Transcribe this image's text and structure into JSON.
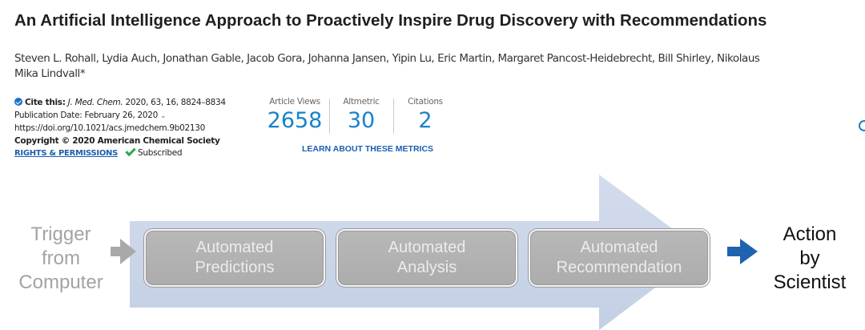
{
  "article": {
    "title": "An Artificial Intelligence Approach to Proactively Inspire Drug Discovery with Recommendations",
    "authors_line1": "Steven L. Rohall, Lydia Auch, Jonathan Gable, Jacob Gora, Johanna Jansen, Yipin Lu, Eric Martin, Margaret Pancost-Heidebrecht, Bill Shirley, Nikolaus",
    "authors_line2": "Mika Lindvall*"
  },
  "cite": {
    "label": "Cite this:",
    "journal": "J. Med. Chem.",
    "details": "2020, 63, 16, 8824–8834",
    "publication_date": "Publication Date: February 26, 2020",
    "doi": "https://doi.org/10.1021/acs.jmedchem.9b02130",
    "copyright": "Copyright © 2020 American Chemical Society",
    "rights_link": "RIGHTS & PERMISSIONS",
    "subscribed": "Subscribed"
  },
  "metrics": {
    "items": [
      {
        "label": "Article Views",
        "value": "2658"
      },
      {
        "label": "Altmetric",
        "value": "30"
      },
      {
        "label": "Citations",
        "value": "2"
      }
    ],
    "learn_link": "LEARN ABOUT THESE METRICS",
    "value_color": "#1a82c8"
  },
  "diagram": {
    "trigger": [
      "Trigger",
      "from",
      "Computer"
    ],
    "steps": [
      [
        "Automated",
        "Predictions"
      ],
      [
        "Automated",
        "Analysis"
      ],
      [
        "Automated",
        "Recommendation"
      ]
    ],
    "action": [
      "Action",
      "by",
      "Scientist"
    ],
    "colors": {
      "big_arrow": "#cdd7e8",
      "step_box": "#b3b3b3",
      "output_arrow": "#1f63b0",
      "input_arrow": "#a9a9a9"
    }
  }
}
